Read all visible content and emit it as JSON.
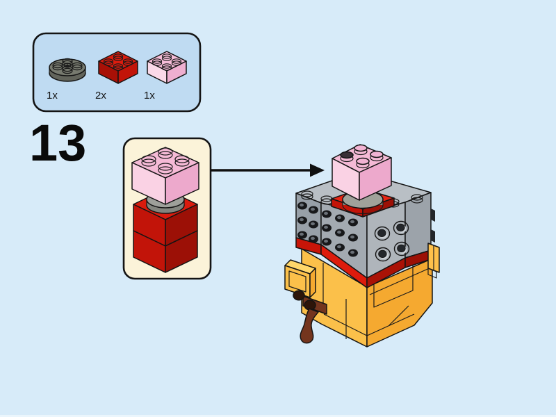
{
  "page": {
    "background_color": "#D7EBF9",
    "bottom_edge_color": "#EAF5FC"
  },
  "step_number": "13",
  "parts_box": {
    "background_color": "#BFDBF2",
    "border_color": "#141414",
    "items": [
      {
        "icon": "lego-round-plate-2x2-dark-gray-icon",
        "count": "1x",
        "colors": {
          "top": "#777A6F",
          "side": "#62645B"
        }
      },
      {
        "icon": "lego-brick-2x2-red-icon",
        "count": "2x",
        "colors": {
          "top": "#DC1C0E",
          "left": "#A81006",
          "right": "#C21409"
        }
      },
      {
        "icon": "lego-brick-2x2-pink-icon",
        "count": "1x",
        "colors": {
          "top": "#F6BDD8",
          "left": "#FBD9E8",
          "right": "#EFAFD0"
        }
      }
    ]
  },
  "subassembly_box": {
    "background_color": "#FBF3D9",
    "border_color": "#141414",
    "icon": "subassembly-stack-icon",
    "parts_shown": [
      "pink-brick-2x2",
      "round-plate-2x2-gray",
      "red-brick-2x2",
      "red-brick-2x2"
    ]
  },
  "assembly_arrow": {
    "icon": "arrow-right-icon",
    "color": "#101010"
  },
  "model": {
    "icon": "brickheadz-model-icon",
    "description": "partially built figure: gray studded head, red collar, yellow body, brown tail piece, pink brick assembly being placed on top",
    "colors": {
      "head_top": "#B9BFC5",
      "head_left": "#A3AAB1",
      "head_right": "#AFB5BB",
      "head_far_left": "#98A0A8",
      "collar_red": "#DD1B0C",
      "plate_red": "#E82514",
      "body_yellow_left": "#FBC04A",
      "body_yellow_right": "#F5A930",
      "pink_top": "#F5BAD6",
      "pink_left": "#FAD2E4",
      "pink_right": "#EDA9CC",
      "round_plate_gray": "#A0A29A",
      "tail_brown": "#74351E"
    }
  }
}
